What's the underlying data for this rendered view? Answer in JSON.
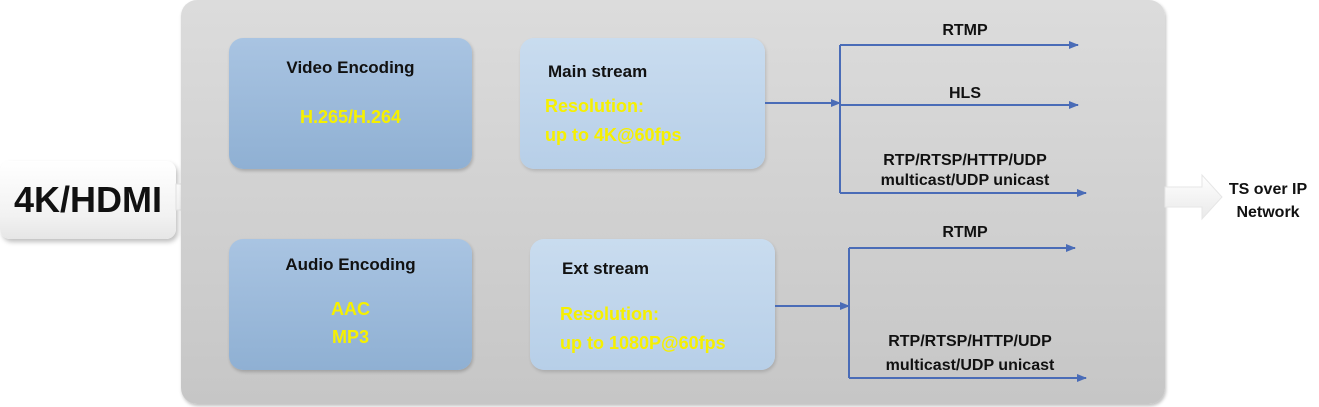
{
  "input": {
    "label": "4K/HDMI"
  },
  "video_encoding": {
    "title": "Video Encoding",
    "codecs": [
      "H.265/H.264"
    ]
  },
  "audio_encoding": {
    "title": "Audio Encoding",
    "codecs": [
      "AAC",
      "MP3"
    ]
  },
  "main_stream": {
    "title": "Main stream",
    "resolution_label": "Resolution:",
    "resolution_value": "up to 4K@60fps"
  },
  "ext_stream": {
    "title": "Ext stream",
    "resolution_label": "Resolution:",
    "resolution_value": "up to 1080P@60fps"
  },
  "main_outputs": {
    "rtmp": "RTMP",
    "hls": "HLS",
    "multi_line1": "RTP/RTSP/HTTP/UDP",
    "multi_line2": "multicast/UDP unicast"
  },
  "ext_outputs": {
    "rtmp": "RTMP",
    "multi_line1": "RTP/RTSP/HTTP/UDP",
    "multi_line2": "multicast/UDP unicast"
  },
  "output": {
    "line1": "TS over IP",
    "line2": "Network"
  },
  "colors": {
    "connector": "#4a6cb7",
    "highlight_text": "#f6f000"
  }
}
